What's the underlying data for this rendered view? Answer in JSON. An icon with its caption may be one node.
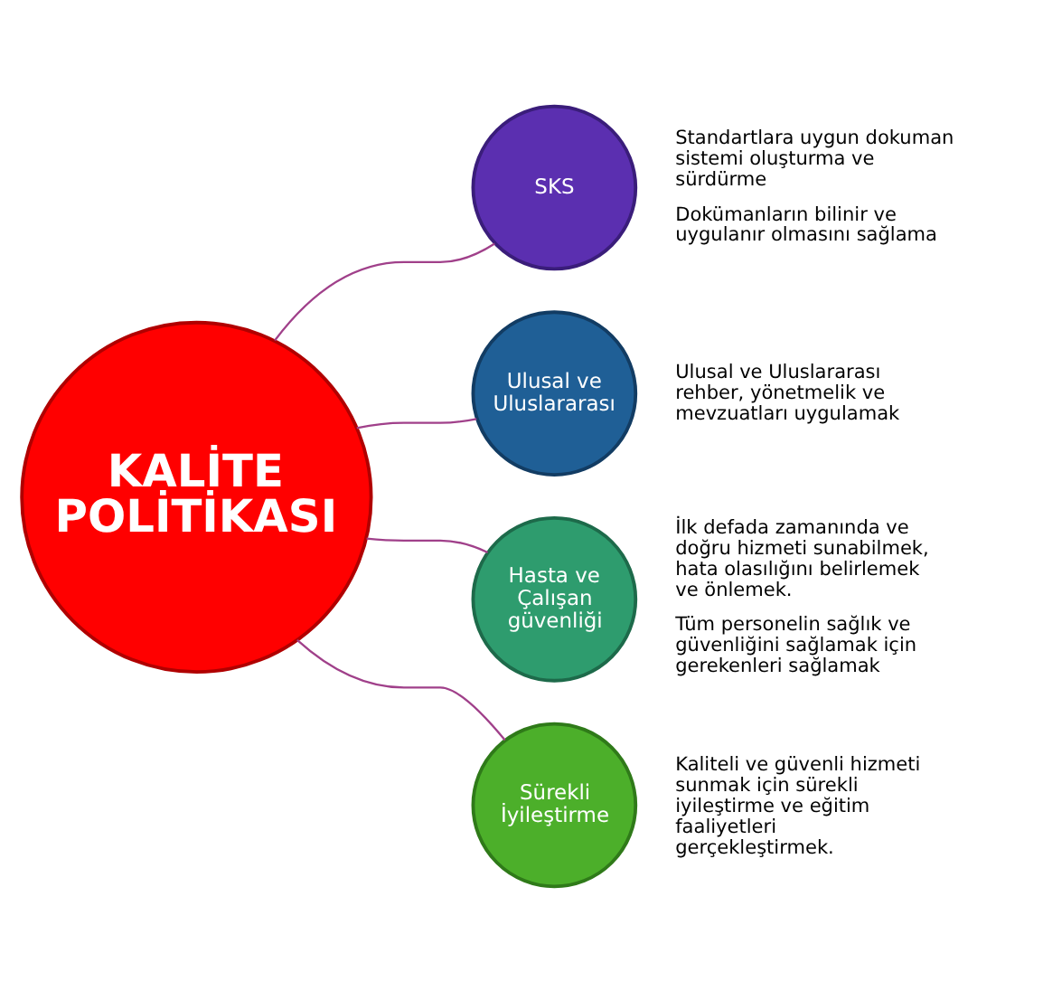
{
  "diagram": {
    "nodes": [
      {
        "text": [
          "KALİTE POLİTİKASI"
        ]
      },
      {
        "text": [
          "SKS"
        ],
        "beside": [
          "Standartlara uygun dokuman sistemi oluşturma ve sürdürme",
          "Dokümanların bilinir ve uygulanır olmasını sağlama"
        ]
      },
      {
        "text": [
          "Ulusal ve Uluslararası"
        ],
        "beside": [
          "Ulusal ve Uluslararası rehber, yönetmelik ve mevzuatları uygulamak"
        ]
      },
      {
        "text": [
          "Hasta ve Çalışan güvenliği"
        ],
        "beside": [
          "İlk defada zamanında ve doğru hizmeti sunabilmek, hata olasılığını belirlemek ve önlemek.",
          "Tüm personelin sağlık ve güvenliğini sağlamak için gerekenleri sağlamak"
        ]
      },
      {
        "text": [
          "Sürekli İyileştirme"
        ],
        "beside": [
          "Kaliteli ve güvenli hizmeti sunmak için sürekli iyileştirme ve eğitim faaliyetleri gerçekleştirmek."
        ]
      }
    ],
    "edges": [
      {
        "from": 0,
        "to": 1,
        "arrow": "none"
      },
      {
        "from": 0,
        "to": 2,
        "arrow": "none"
      },
      {
        "from": 0,
        "to": 3,
        "arrow": "none"
      },
      {
        "from": 0,
        "to": 4,
        "arrow": "none"
      }
    ]
  }
}
